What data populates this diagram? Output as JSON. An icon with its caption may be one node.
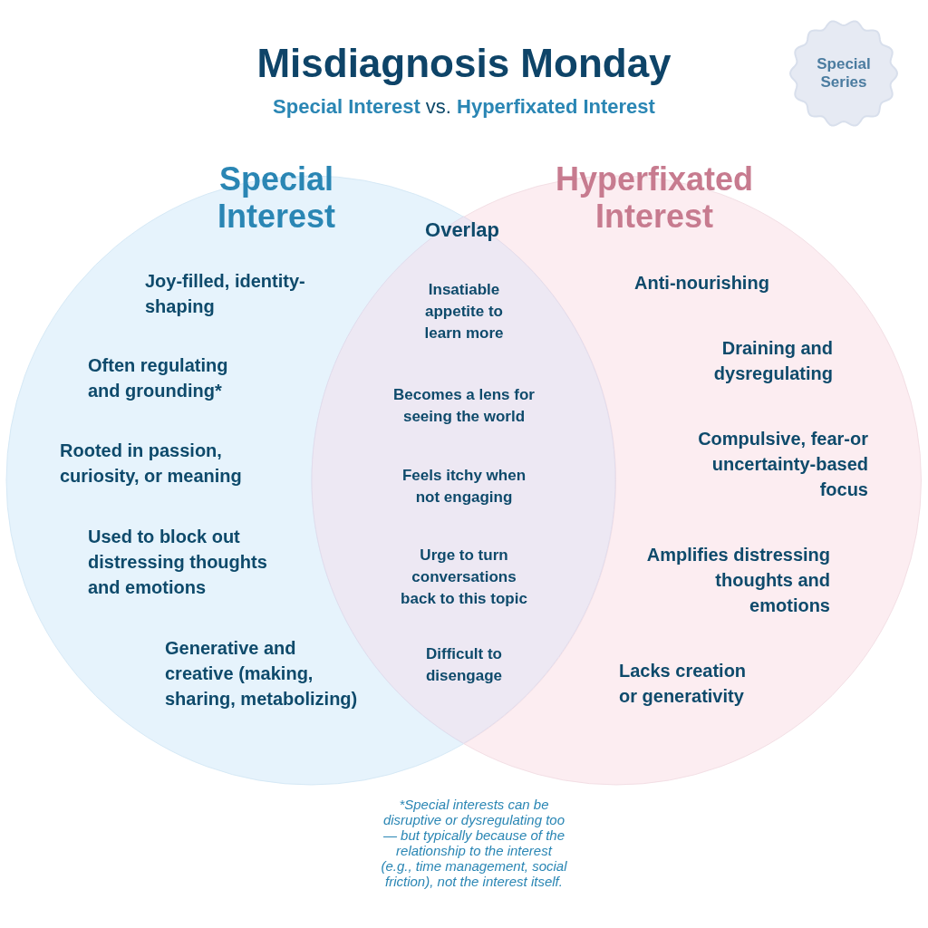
{
  "diagram": {
    "title": "Misdiagnosis Monday",
    "caption": "*Special interests can be disruptive or dysregulating too — but typically because of the relationship to the interest (e.g., time management, social friction), not the interest itself.",
    "nodes": [
      {
        "text": [
          "Special Interest",
          "Joy-filled, identity-shaping",
          "Often regulating and grounding*",
          "Rooted in passion, curiosity, or meaning",
          "Used to block out distressing thoughts and emotions",
          "Generative and creative (making, sharing, metabolizing)"
        ]
      },
      {
        "text": [
          "Hyperfixated Interest",
          "Anti-nourishing",
          "Draining and dysregulating",
          "Compulsive, fear-or uncertainty-based focus",
          "Amplifies distressing thoughts and emotions",
          "Lacks creation or generativity"
        ]
      },
      {
        "text": [
          "Overlap",
          "Insatiable appetite to learn more",
          "Becomes a lens for seeing the world",
          "Feels itchy when not engaging",
          "Urge to turn conversations back to this topic",
          "Difficult to disengage"
        ]
      },
      {
        "text": [
          "Special Series"
        ]
      }
    ],
    "labels": [
      "**Special Interest** vs. **Hyperfixated Interest**"
    ]
  }
}
